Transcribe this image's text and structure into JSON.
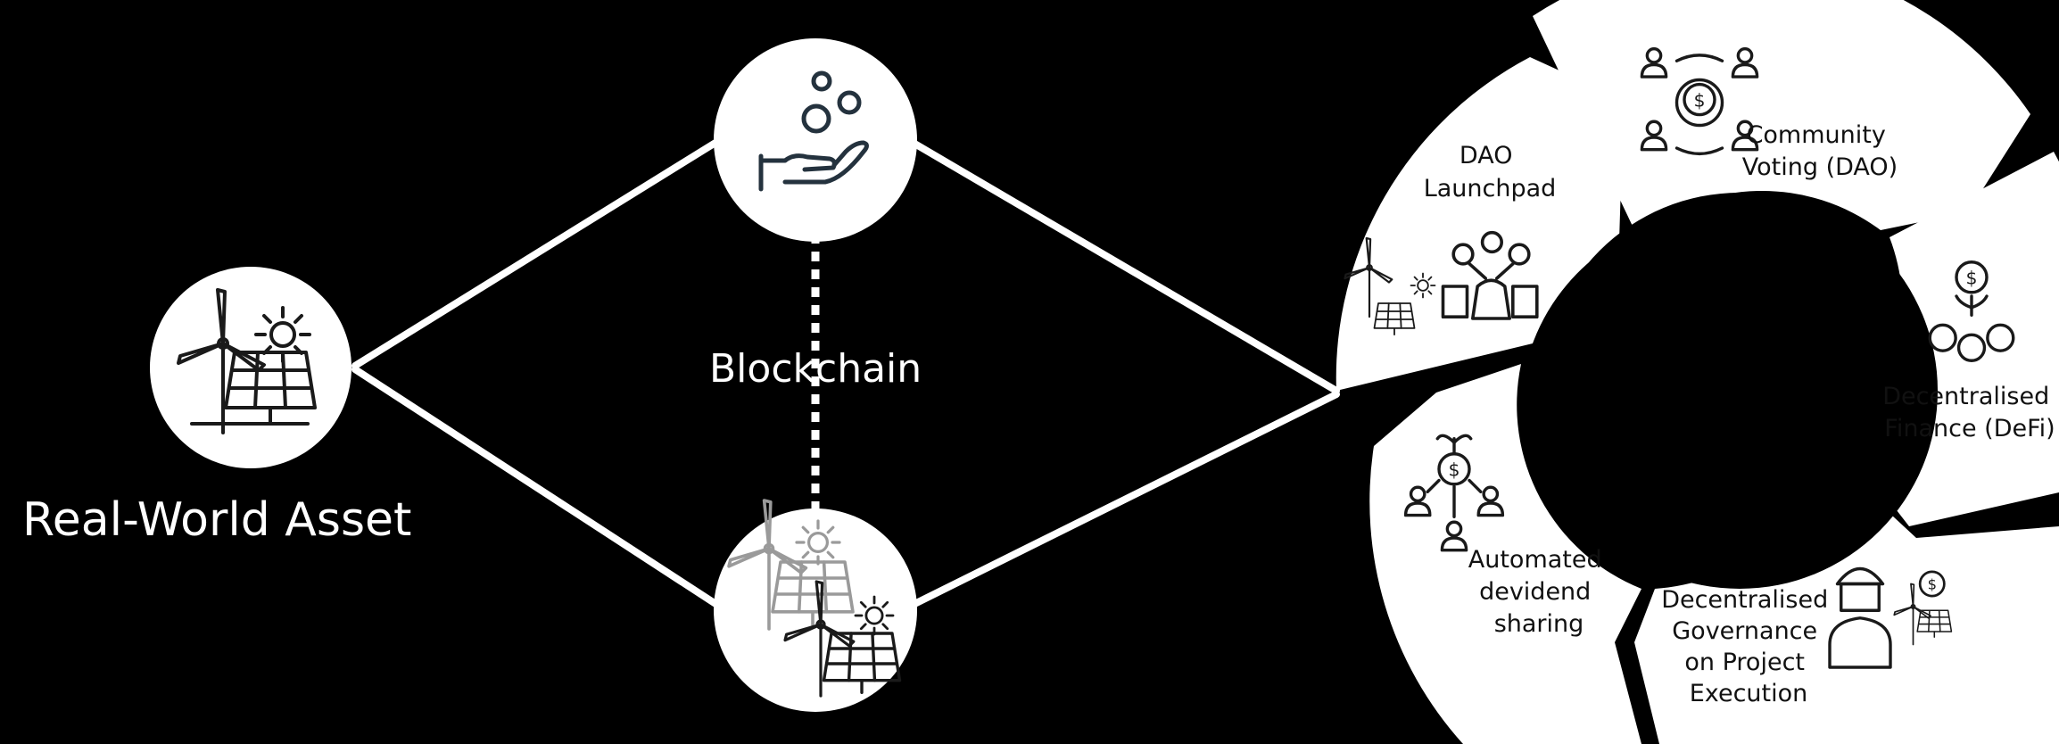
{
  "colors": {
    "background": "#000000",
    "foreground": "#ffffff",
    "icon": "#1a1a1a",
    "icon_accent": "#24323e"
  },
  "labels": {
    "real_world_asset": "Real-World Asset",
    "blockchain": "Blockchain"
  },
  "nodes": [
    {
      "id": "asset",
      "icon": "wind-solar-icon"
    },
    {
      "id": "top",
      "icon": "hand-coins-icon"
    },
    {
      "id": "bottom",
      "icon": "wind-solar-pair-icon"
    }
  ],
  "wheel": {
    "segments": [
      {
        "icon": "launchpad-icon",
        "lines": [
          "DAO",
          "Launchpad"
        ]
      },
      {
        "icon": "community-voting-icon",
        "lines": [
          "Community",
          "Voting (DAO)"
        ]
      },
      {
        "icon": "defi-icon",
        "lines": [
          "Decentralised",
          "Finance (DeFi)"
        ]
      },
      {
        "icon": "governance-icon",
        "lines": [
          "Decentralised",
          "Governance",
          "on Project",
          "Execution"
        ]
      },
      {
        "icon": "dividend-sharing-icon",
        "lines": [
          "Automated",
          "devidend",
          "sharing"
        ]
      }
    ]
  }
}
